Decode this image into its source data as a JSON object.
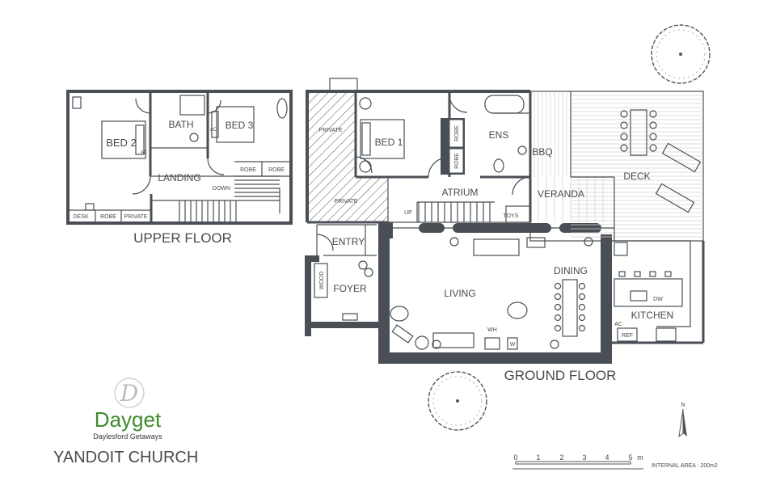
{
  "floors": {
    "upper": {
      "title": "UPPER FLOOR",
      "rooms": {
        "bed2": "BED 2",
        "bath": "BATH",
        "bed3": "BED 3",
        "landing": "LANDING",
        "down": "DOWN",
        "robe_a": "ROBE",
        "robe_b": "ROBE",
        "desk": "DESK",
        "robe_c": "ROBE",
        "private": "PRIVATE",
        "ac_a": "AC",
        "ac_b": "AC"
      }
    },
    "ground": {
      "title": "GROUND FLOOR",
      "rooms": {
        "private_a": "PRIVATE",
        "private_b": "PRIVATE",
        "bed1": "BED 1",
        "robe_d": "ROBE",
        "robe_e": "ROBE",
        "ens": "ENS",
        "bbq": "BBQ",
        "veranda": "VERANDA",
        "deck": "DECK",
        "atrium": "ATRIUM",
        "up": "UP",
        "toys": "TOYS",
        "entry": "ENTRY",
        "foyer": "FOYER",
        "wood": "WOOD",
        "living": "LIVING",
        "dining": "DINING",
        "kitchen": "KITCHEN",
        "dw": "DW",
        "ac": "AC",
        "ref": "REF",
        "wh": "WH",
        "w": "W"
      }
    }
  },
  "brand": {
    "name": "Dayget",
    "tagline": "Daylesford Getaways",
    "monogram": "D",
    "property": "YANDOIT CHURCH",
    "green": "#3f8a2b"
  },
  "scale": {
    "ticks": [
      "0",
      "1",
      "2",
      "3",
      "4",
      "5"
    ],
    "unit": "m",
    "internal_area": "INTERNAL AREA : 200m2"
  },
  "north": {
    "label": "N"
  }
}
